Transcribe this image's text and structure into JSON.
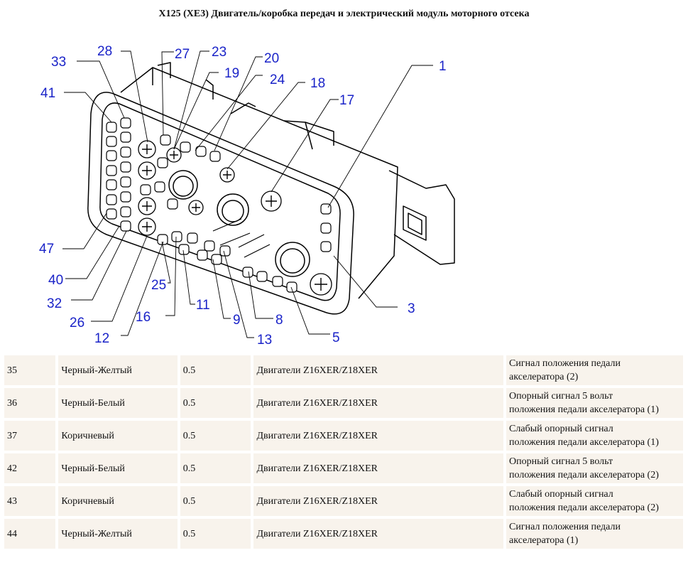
{
  "title": "X125 (XE3) Двигатель/коробка передач и электрический модуль моторного отсека",
  "callouts": {
    "c1": "1",
    "c3": "3",
    "c5": "5",
    "c8": "8",
    "c9": "9",
    "c11": "11",
    "c12": "12",
    "c13": "13",
    "c16": "16",
    "c17": "17",
    "c18": "18",
    "c19": "19",
    "c20": "20",
    "c23": "23",
    "c24": "24",
    "c25": "25",
    "c26": "26",
    "c27": "27",
    "c28": "28",
    "c32": "32",
    "c33": "33",
    "c40": "40",
    "c41": "41",
    "c47": "47"
  },
  "rows": [
    {
      "pin": "35",
      "color": "Черный-Желтый",
      "size": "0.5",
      "engine": "Двигатели Z16XER/Z18XER",
      "desc1": "Сигнал положения педали",
      "desc2": "акселератора (2)"
    },
    {
      "pin": "36",
      "color": "Черный-Белый",
      "size": "0.5",
      "engine": "Двигатели Z16XER/Z18XER",
      "desc1": "Опорный сигнал 5 вольт",
      "desc2": "положения педали акселератора (1)"
    },
    {
      "pin": "37",
      "color": "Коричневый",
      "size": "0.5",
      "engine": "Двигатели Z16XER/Z18XER",
      "desc1": "Слабый опорный сигнал",
      "desc2": "положения педали акселератора (1)"
    },
    {
      "pin": "42",
      "color": "Черный-Белый",
      "size": "0.5",
      "engine": "Двигатели Z16XER/Z18XER",
      "desc1": "Опорный сигнал 5 вольт",
      "desc2": "положения педали акселератора (2)"
    },
    {
      "pin": "43",
      "color": "Коричневый",
      "size": "0.5",
      "engine": "Двигатели Z16XER/Z18XER",
      "desc1": "Слабый опорный сигнал",
      "desc2": "положения педали акселератора (2)"
    },
    {
      "pin": "44",
      "color": "Черный-Желтый",
      "size": "0.5",
      "engine": "Двигатели Z16XER/Z18XER",
      "desc1": "Сигнал положения педали",
      "desc2": "акселератора (1)"
    }
  ]
}
